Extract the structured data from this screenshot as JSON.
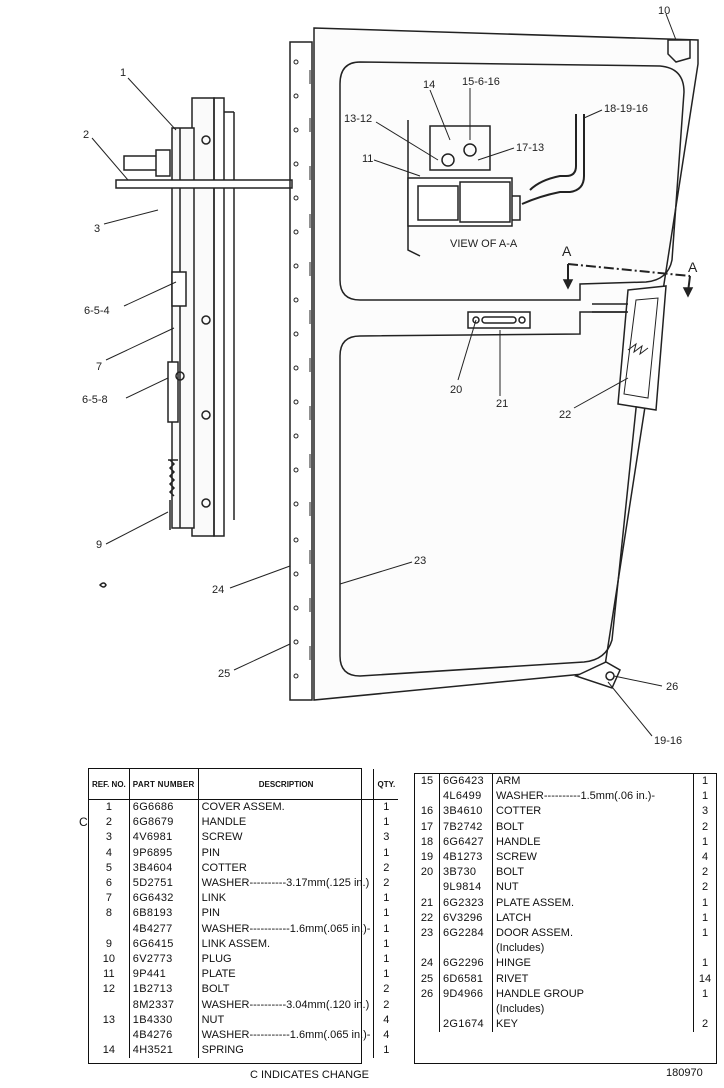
{
  "view_label": "VIEW OF A-A",
  "section_marker": "A",
  "callouts": [
    "1",
    "2",
    "3",
    "6-5-4",
    "7",
    "6-5-8",
    "9",
    "10",
    "14",
    "15-6-16",
    "13-12",
    "11",
    "17-13",
    "18-19-16",
    "20",
    "21",
    "22",
    "23",
    "24",
    "25",
    "26",
    "19-16"
  ],
  "table_headers": {
    "ref": "REF. NO.",
    "part": "PART NUMBER",
    "desc": "DESCRIPTION",
    "qty": "QTY."
  },
  "parts_left": [
    {
      "ref": "1",
      "part": "6G6686",
      "desc": "COVER ASSEM.",
      "qty": "1"
    },
    {
      "ref": "2",
      "part": "6G8679",
      "desc": "HANDLE",
      "qty": "1"
    },
    {
      "ref": "3",
      "part": "4V6981",
      "desc": "SCREW",
      "qty": "3"
    },
    {
      "ref": "4",
      "part": "9P6895",
      "desc": "PIN",
      "qty": "1"
    },
    {
      "ref": "5",
      "part": "3B4604",
      "desc": "COTTER",
      "qty": "2"
    },
    {
      "ref": "6",
      "part": "5D2751",
      "desc": "WASHER----------3.17mm(.125 in.)",
      "qty": "2"
    },
    {
      "ref": "7",
      "part": "6G6432",
      "desc": "LINK",
      "qty": "1"
    },
    {
      "ref": "8",
      "part": "6B8193",
      "desc": "PIN",
      "qty": "1"
    },
    {
      "ref": "",
      "part": "4B4277",
      "desc": "WASHER-----------1.6mm(.065 in.)-",
      "qty": "1"
    },
    {
      "ref": "9",
      "part": "6G6415",
      "desc": "LINK ASSEM.",
      "qty": "1"
    },
    {
      "ref": "10",
      "part": "6V2773",
      "desc": "PLUG",
      "qty": "1"
    },
    {
      "ref": "11",
      "part": "9P441",
      "desc": "PLATE",
      "qty": "1"
    },
    {
      "ref": "12",
      "part": "1B2713",
      "desc": "BOLT",
      "qty": "2"
    },
    {
      "ref": "",
      "part": "8M2337",
      "desc": "WASHER----------3.04mm(.120 in.)",
      "qty": "2"
    },
    {
      "ref": "13",
      "part": "1B4330",
      "desc": "NUT",
      "qty": "4"
    },
    {
      "ref": "",
      "part": "4B4276",
      "desc": "WASHER-----------1.6mm(.065 in.)-",
      "qty": "4"
    },
    {
      "ref": "14",
      "part": "4H3521",
      "desc": "SPRING",
      "qty": "1"
    }
  ],
  "parts_right": [
    {
      "ref": "15",
      "part": "6G6423",
      "desc": "ARM",
      "qty": "1"
    },
    {
      "ref": "",
      "part": "4L6499",
      "desc": "WASHER----------1.5mm(.06 in.)-",
      "qty": "1"
    },
    {
      "ref": "16",
      "part": "3B4610",
      "desc": "COTTER",
      "qty": "3"
    },
    {
      "ref": "17",
      "part": "7B2742",
      "desc": "BOLT",
      "qty": "2"
    },
    {
      "ref": "18",
      "part": "6G6427",
      "desc": "HANDLE",
      "qty": "1"
    },
    {
      "ref": "19",
      "part": "4B1273",
      "desc": "SCREW",
      "qty": "4"
    },
    {
      "ref": "20",
      "part": "3B730",
      "desc": "BOLT",
      "qty": "2"
    },
    {
      "ref": "",
      "part": "9L9814",
      "desc": "NUT",
      "qty": "2"
    },
    {
      "ref": "21",
      "part": "6G2323",
      "desc": "PLATE ASSEM.",
      "qty": "1"
    },
    {
      "ref": "22",
      "part": "6V3296",
      "desc": "LATCH",
      "qty": "1"
    },
    {
      "ref": "23",
      "part": "6G2284",
      "desc": "DOOR ASSEM.",
      "qty": "1"
    },
    {
      "ref": "",
      "part": "",
      "desc": "(Includes)",
      "qty": ""
    },
    {
      "ref": "24",
      "part": "6G2296",
      "desc": "HINGE",
      "qty": "1"
    },
    {
      "ref": "25",
      "part": "6D6581",
      "desc": "RIVET",
      "qty": "14"
    },
    {
      "ref": "26",
      "part": "9D4966",
      "desc": "HANDLE GROUP",
      "qty": "1"
    },
    {
      "ref": "",
      "part": "",
      "desc": "(Includes)",
      "qty": ""
    },
    {
      "ref": "",
      "part": "2G1674",
      "desc": "KEY",
      "qty": "2"
    }
  ],
  "change_marker": "C",
  "change_note": "C INDICATES CHANGE",
  "drawing_number": "180970"
}
